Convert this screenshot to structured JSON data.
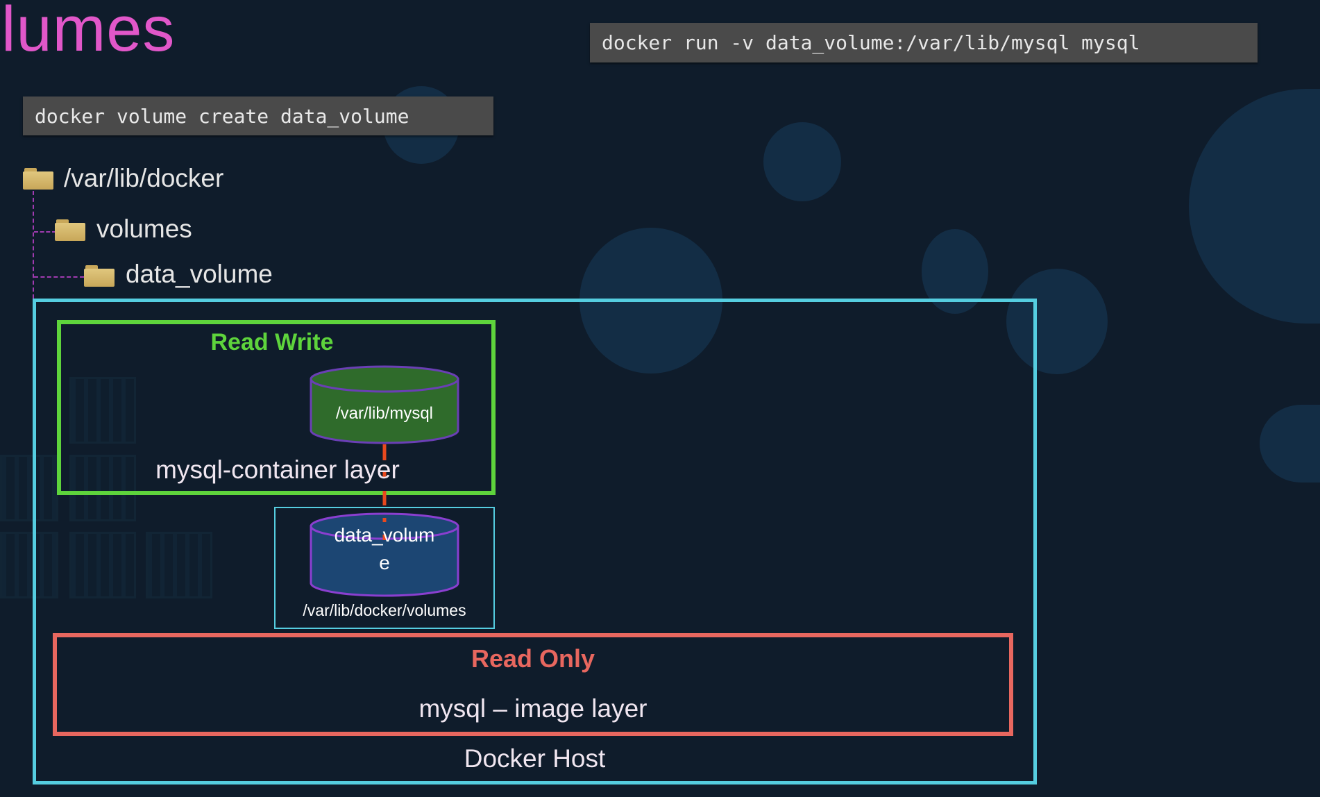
{
  "slide": {
    "title_fragment": "lumes",
    "colors": {
      "background": "#0f1c2b",
      "title": "#e157c9",
      "read_write": "#5ed43c",
      "read_only": "#e8675f",
      "host_border": "#55cde0",
      "link": "#e8491e"
    }
  },
  "commands": {
    "create": "docker volume create data_volume",
    "run": "docker run -v data_volume:/var/lib/mysql mysql"
  },
  "tree": {
    "root": {
      "label": "/var/lib/docker",
      "icon": "folder-icon"
    },
    "child": {
      "label": "volumes",
      "icon": "folder-icon"
    },
    "grandchild": {
      "label": "data_volume",
      "icon": "folder-icon"
    }
  },
  "diagram": {
    "read_write": {
      "title": "Read Write",
      "layer_label": "mysql-container layer",
      "mount_cylinder": "/var/lib/mysql"
    },
    "volume": {
      "cylinder_line1": "data_volum",
      "cylinder_line2": "e",
      "path": "/var/lib/docker/volumes"
    },
    "read_only": {
      "title": "Read Only",
      "layer_label": "mysql – image layer"
    },
    "host_label": "Docker Host"
  }
}
